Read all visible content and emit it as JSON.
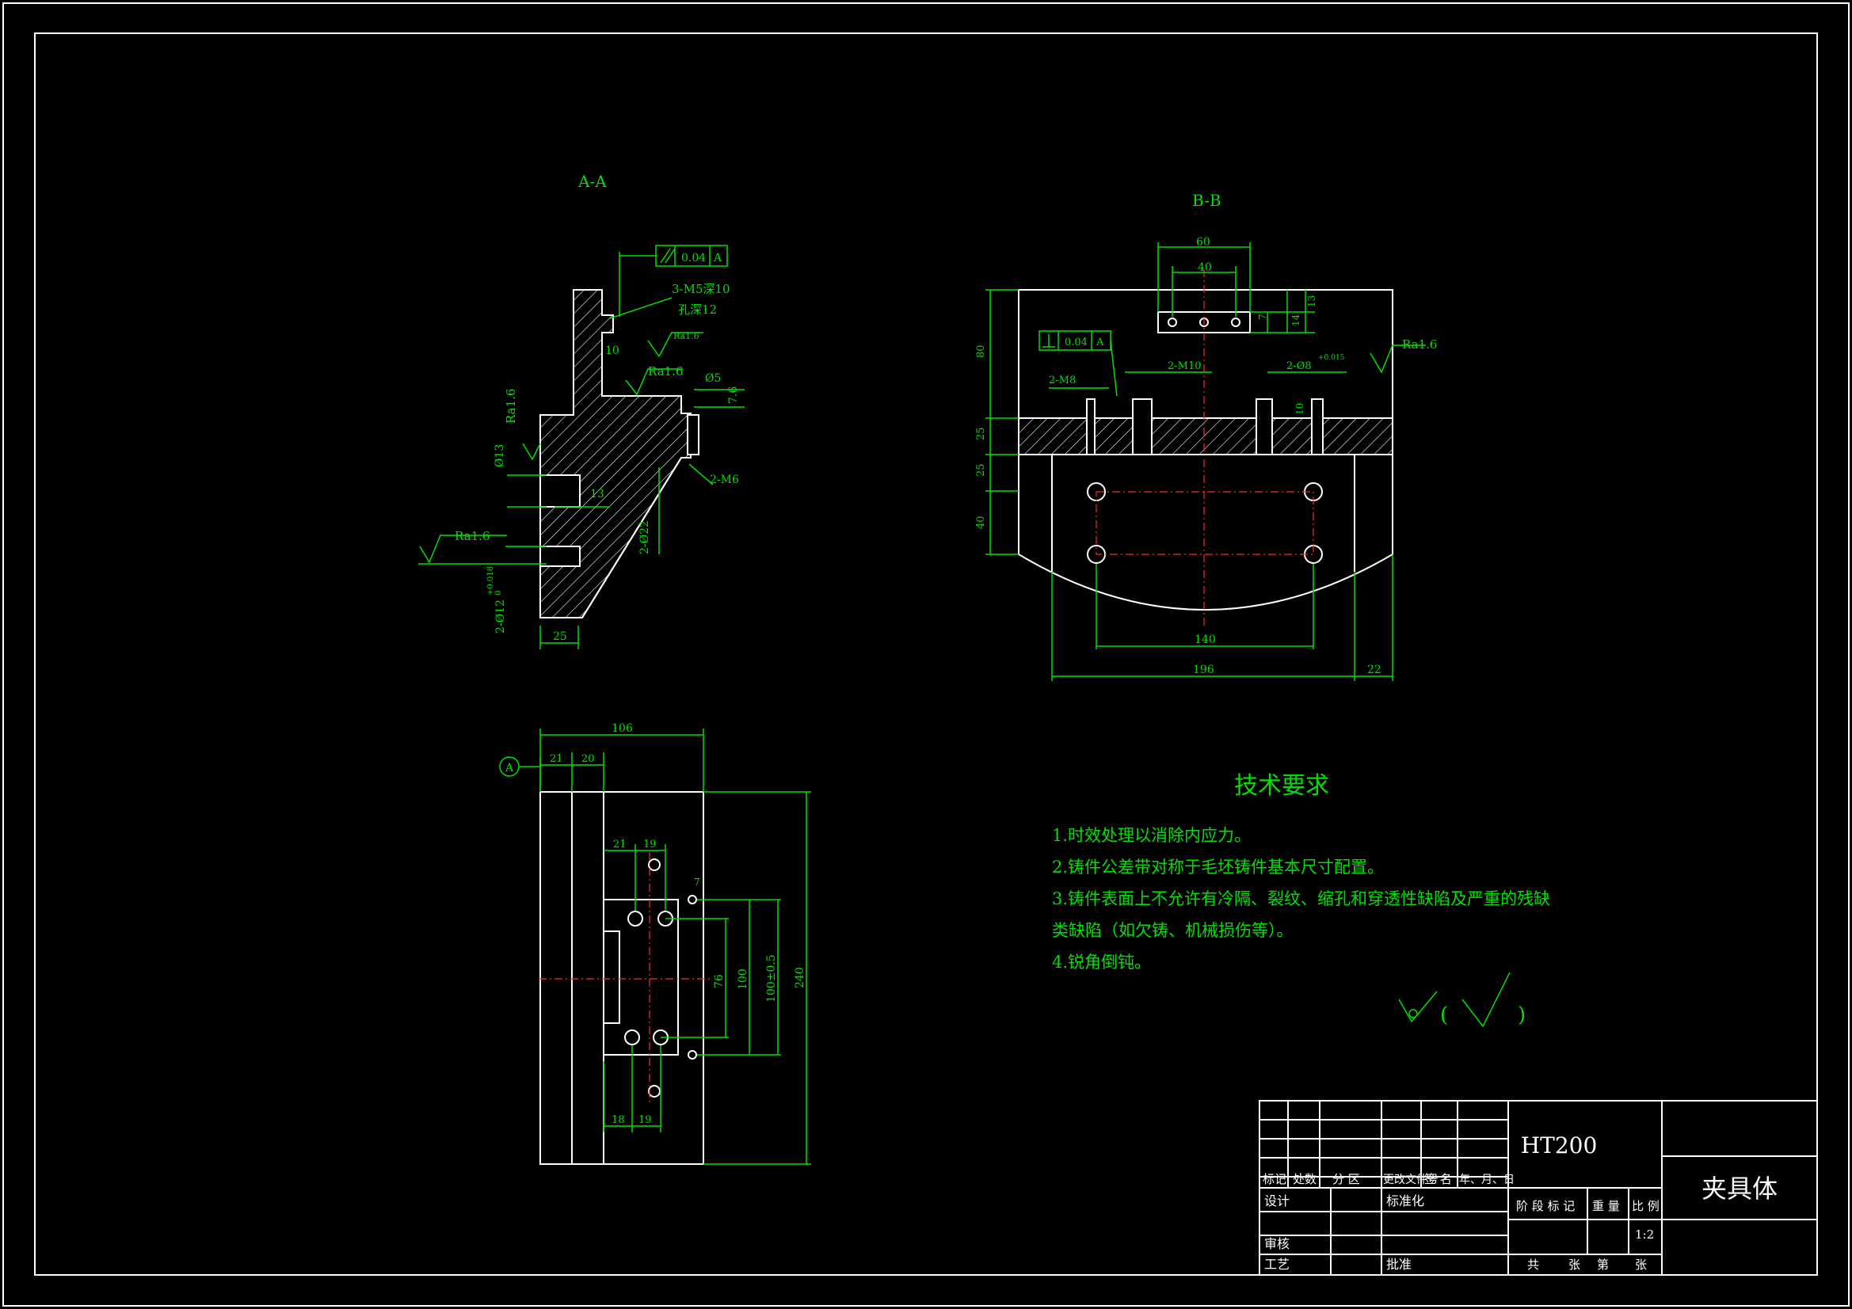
{
  "views": {
    "section_aa": "A-A",
    "section_bb": "B-B"
  },
  "aa_annotations": {
    "parallel_tol": "0.04",
    "parallel_datum": "A",
    "thread_note_1": "3-M5深10",
    "thread_note_2": "孔深12",
    "dim_10": "10",
    "ra_small": "Ra1.6",
    "ra_16_a": "Ra1.6",
    "ra_16_b": "Ra1.6",
    "ra_16_c": "Ra1.6",
    "dia5": "Ø5",
    "dim_76": "7.6",
    "dia13": "Ø13",
    "dim_13": "13",
    "m6": "2-M6",
    "dia22": "2-Ø22",
    "dia12": "2-Ø12",
    "tol_upper": "+0.018",
    "tol_lower": "0",
    "dim_25": "25"
  },
  "bb_annotations": {
    "dim_60": "60",
    "dim_40": "40",
    "dim_7": "7",
    "dim_14": "14",
    "dim_13": "13",
    "dim_80": "80",
    "dim_25a": "25",
    "dim_25b": "25",
    "dim_40b": "40",
    "perp_tol": "0.04",
    "perp_datum": "A",
    "m8": "2-M8",
    "m10": "2-M10",
    "dia8": "2-Ø8",
    "dia8_tol": "+0.015",
    "dim_10": "10",
    "ra": "Ra1.6",
    "dim_140": "140",
    "dim_196": "196",
    "dim_22": "22"
  },
  "front_annotations": {
    "datum": "A",
    "dim_106": "106",
    "dim_21": "21",
    "dim_20": "20",
    "dim_21b": "21",
    "dim_19": "19",
    "dim_7": "7",
    "dim_76": "76",
    "dim_100": "100",
    "dim_100tol": "100±0.5",
    "dim_240": "240",
    "dim_18": "18",
    "dim_19b": "19"
  },
  "tech": {
    "title": "技术要求",
    "items": [
      "1.时效处理以消除内应力。",
      "2.铸件公差带对称于毛坯铸件基本尺寸配置。",
      "3.铸件表面上不允许有冷隔、裂纹、缩孔和穿透性缺陷及严重的残缺",
      "类缺陷（如欠铸、机械损伤等）。",
      "4.锐角倒钝。"
    ],
    "roughness_open": "(",
    "roughness_close": ")"
  },
  "title_block": {
    "material": "HT200",
    "part_name": "夹具体",
    "col_mark": "标记",
    "col_count": "处数",
    "col_zone": "分 区",
    "col_doc": "更改文件号",
    "col_sign": "签 名",
    "col_date": "年、月、日",
    "design": "设计",
    "standard": "标准化",
    "stage": "阶 段 标 记",
    "weight": "重 量",
    "scale_label": "比 例",
    "scale": "1:2",
    "review": "审核",
    "process": "工艺",
    "approve": "批准",
    "total": "共",
    "sheet": "张",
    "page": "第",
    "sheet2": "张"
  }
}
